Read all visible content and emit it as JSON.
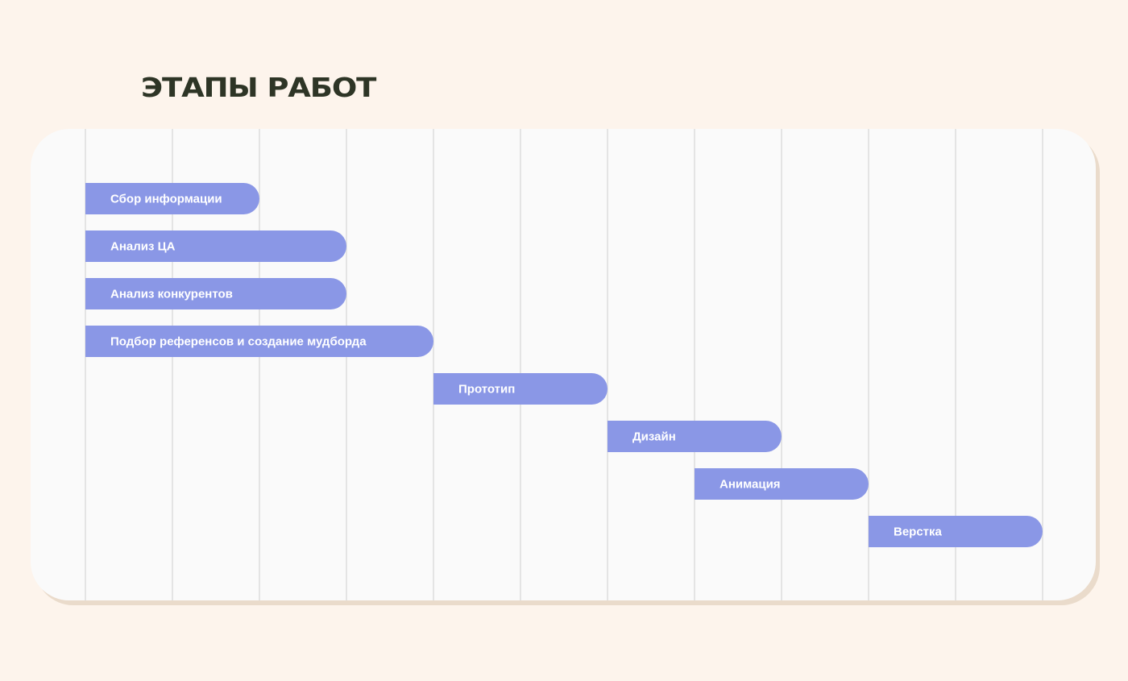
{
  "title": "ЭТАПЫ РАБОТ",
  "colors": {
    "background": "#fdf4ec",
    "panel": "#fafafa",
    "panel_shadow": "#eadbcb",
    "title": "#2e3526",
    "grid": "#e4e4e4",
    "bar": "#8a97e6",
    "bar_label": "#ffffff"
  },
  "chart_data": {
    "type": "bar",
    "orientation": "horizontal-gantt",
    "title": "ЭТАПЫ РАБОТ",
    "xlabel": "",
    "ylabel": "",
    "xlim": [
      0,
      11
    ],
    "grid": true,
    "tasks": [
      {
        "name": "Сбор информации",
        "start": 0,
        "end": 2
      },
      {
        "name": "Анализ ЦА",
        "start": 0,
        "end": 3
      },
      {
        "name": "Анализ конкурентов",
        "start": 0,
        "end": 3
      },
      {
        "name": "Подбор референсов и создание мудборда",
        "start": 0,
        "end": 4
      },
      {
        "name": "Прототип",
        "start": 4,
        "end": 6
      },
      {
        "name": "Дизайн",
        "start": 6,
        "end": 8
      },
      {
        "name": "Анимация",
        "start": 7,
        "end": 9
      },
      {
        "name": "Верстка",
        "start": 9,
        "end": 11
      }
    ]
  }
}
